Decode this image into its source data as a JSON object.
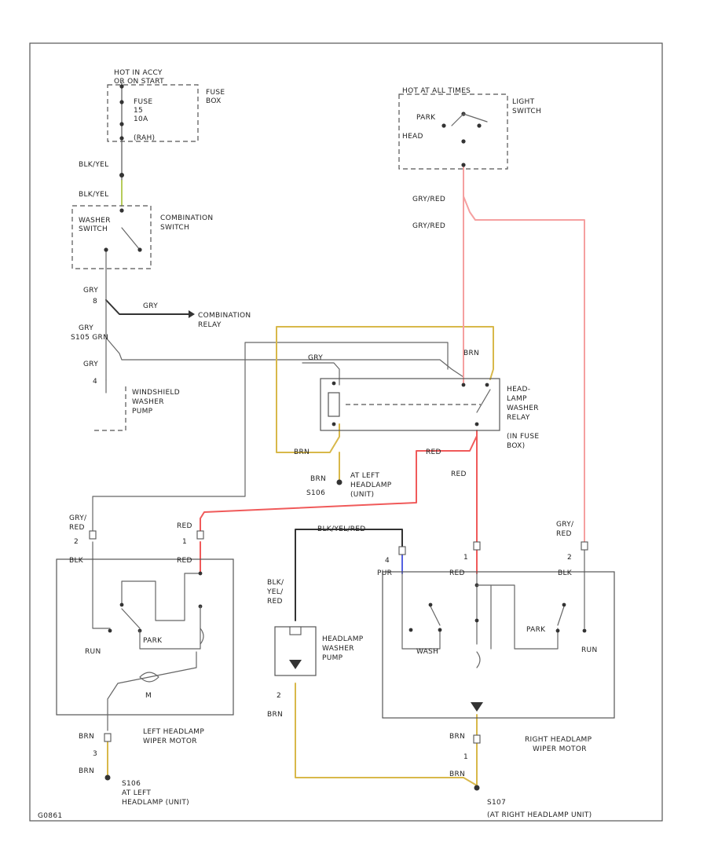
{
  "colors": {
    "red": "#f05a5a",
    "yellow": "#d8b84a",
    "gray": "#b8b8b8",
    "black": "#222222",
    "blue": "#5560e0",
    "yellow_green": "#b7cc5a",
    "frame": "#555555"
  },
  "labels": {
    "hot_acc_1": "HOT IN ACCY",
    "hot_acc_2": "OR ON START",
    "fuse_1": "FUSE",
    "fuse_2": "15",
    "fuse_3": "10A",
    "fuse_4": "(RAH)",
    "fuse_box_1": "FUSE",
    "fuse_box_2": "BOX",
    "blk_yel_1": "BLK/YEL",
    "blk_yel_2": "BLK/YEL",
    "washer_switch_1": "WASHER",
    "washer_switch_2": "SWITCH",
    "combination_switch_1": "COMBINATION",
    "combination_switch_2": "SWITCH",
    "gry_1": "GRY",
    "pin_8": "8",
    "gry_2": "GRY",
    "gry_3": "GRY",
    "s105_grn": "S105 GRN",
    "combination_relay_1": "COMBINATION",
    "combination_relay_2": "RELAY",
    "gry_4": "GRY",
    "pin_4": "4",
    "windshield_1": "WINDSHIELD",
    "windshield_2": "WASHER",
    "windshield_3": "PUMP",
    "hot_all_1": "HOT AT ALL TIMES",
    "light_switch_1": "LIGHT",
    "light_switch_2": "SWITCH",
    "park": "PARK",
    "head": "HEAD",
    "gry_red_1": "GRY/RED",
    "gry_red_2": "GRY/RED",
    "gry_5": "GRY",
    "brn_1": "BRN",
    "headlamp_washer_relay_1": "HEAD-",
    "headlamp_washer_relay_2": "LAMP",
    "headlamp_washer_relay_3": "WASHER",
    "headlamp_washer_relay_4": "RELAY",
    "headlamp_washer_relay_5": "(IN FUSE",
    "headlamp_washer_relay_6": "BOX)",
    "brn_2": "BRN",
    "red_1": "RED",
    "red_2": "RED",
    "brn_3": "BRN",
    "s106": "S106",
    "at_left_headlamp_1": "AT LEFT",
    "at_left_headlamp_2": "HEADLAMP",
    "at_left_headlamp_3": "(UNIT)",
    "gry_red_3": "GRY/",
    "gry_red_4": "RED",
    "pin_2a": "2",
    "red_3": "RED",
    "pin_1a": "1",
    "blk_1": "BLK",
    "red_4": "RED",
    "run_l": "RUN",
    "park_l": "PARK",
    "m_l": "M",
    "left_motor_1": "LEFT HEADLAMP",
    "left_motor_2": "WIPER MOTOR",
    "brn_4": "BRN",
    "pin_3": "3",
    "brn_5": "BRN",
    "s106b_1": "S106",
    "s106b_2": "AT LEFT",
    "s106b_3": "HEADLAMP (UNIT)",
    "blk_yel_red_top": "BLK/YEL/RED",
    "blk_yel_red_1": "BLK/",
    "blk_yel_red_2": "YEL/",
    "blk_yel_red_3": "RED",
    "headlamp_washer_pump_1": "HEADLAMP",
    "headlamp_washer_pump_2": "WASHER",
    "headlamp_washer_pump_3": "PUMP",
    "pin_2b": "2",
    "brn_6": "BRN",
    "pin_4b": "4",
    "pur": "PUR",
    "pin_1b": "1",
    "red_5": "RED",
    "gry_red_5": "GRY/",
    "gry_red_6": "RED",
    "pin_2c": "2",
    "blk_2": "BLK",
    "wash": "WASH",
    "park_r": "PARK",
    "run_r": "RUN",
    "brn_7": "BRN",
    "pin_1c": "1",
    "brn_8": "BRN",
    "right_motor_1": "RIGHT HEADLAMP",
    "right_motor_2": "WIPER MOTOR",
    "s107_1": "S107",
    "s107_2": "(AT RIGHT HEADLAMP UNIT)",
    "code": "G0861"
  }
}
